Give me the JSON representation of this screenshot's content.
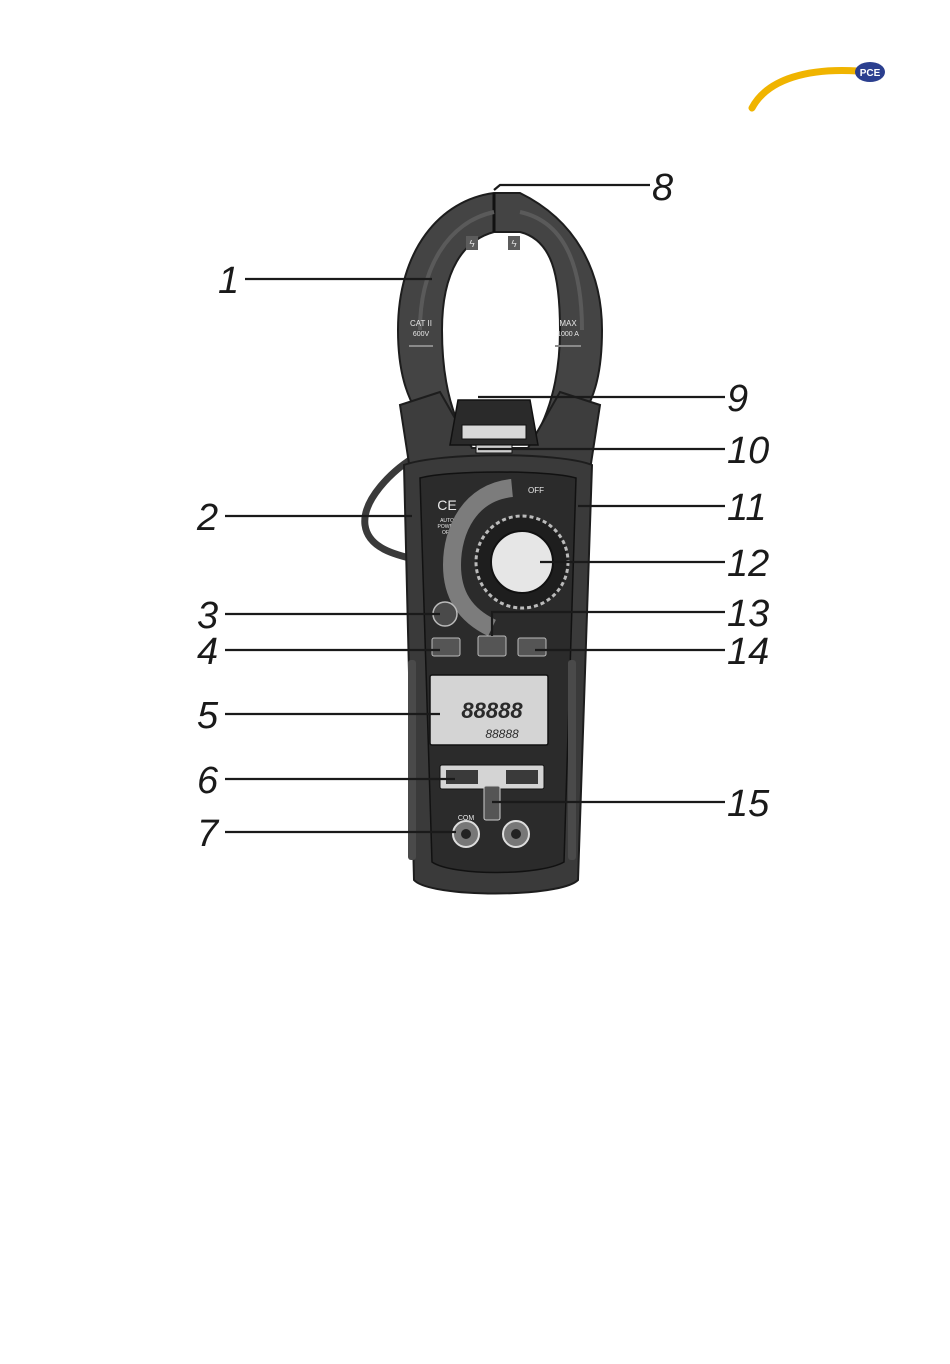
{
  "brand": {
    "logo_text": "PCE",
    "accent_color": "#f0b400",
    "logo_color": "#2b3f8f"
  },
  "device": {
    "cat_rating": [
      "CAT II",
      "600V"
    ],
    "max_rating": [
      "MAX",
      "1000 A"
    ],
    "off_label": "OFF",
    "ce_mark": "CE",
    "auto_power_off": [
      "AUTO",
      "POWER",
      "OFF"
    ],
    "com_label": "COM",
    "display_digits": "88888",
    "display_sub_digits": "88888",
    "body_color": "#3a3a3a",
    "panel_color": "#2b2b2b"
  },
  "callouts": [
    {
      "id": "1",
      "label": "1"
    },
    {
      "id": "2",
      "label": "2"
    },
    {
      "id": "3",
      "label": "3"
    },
    {
      "id": "4",
      "label": "4"
    },
    {
      "id": "5",
      "label": "5"
    },
    {
      "id": "6",
      "label": "6"
    },
    {
      "id": "7",
      "label": "7"
    },
    {
      "id": "8",
      "label": "8"
    },
    {
      "id": "9",
      "label": "9"
    },
    {
      "id": "10",
      "label": "10"
    },
    {
      "id": "11",
      "label": "11"
    },
    {
      "id": "12",
      "label": "12"
    },
    {
      "id": "13",
      "label": "13"
    },
    {
      "id": "14",
      "label": "14"
    },
    {
      "id": "15",
      "label": "15"
    }
  ]
}
